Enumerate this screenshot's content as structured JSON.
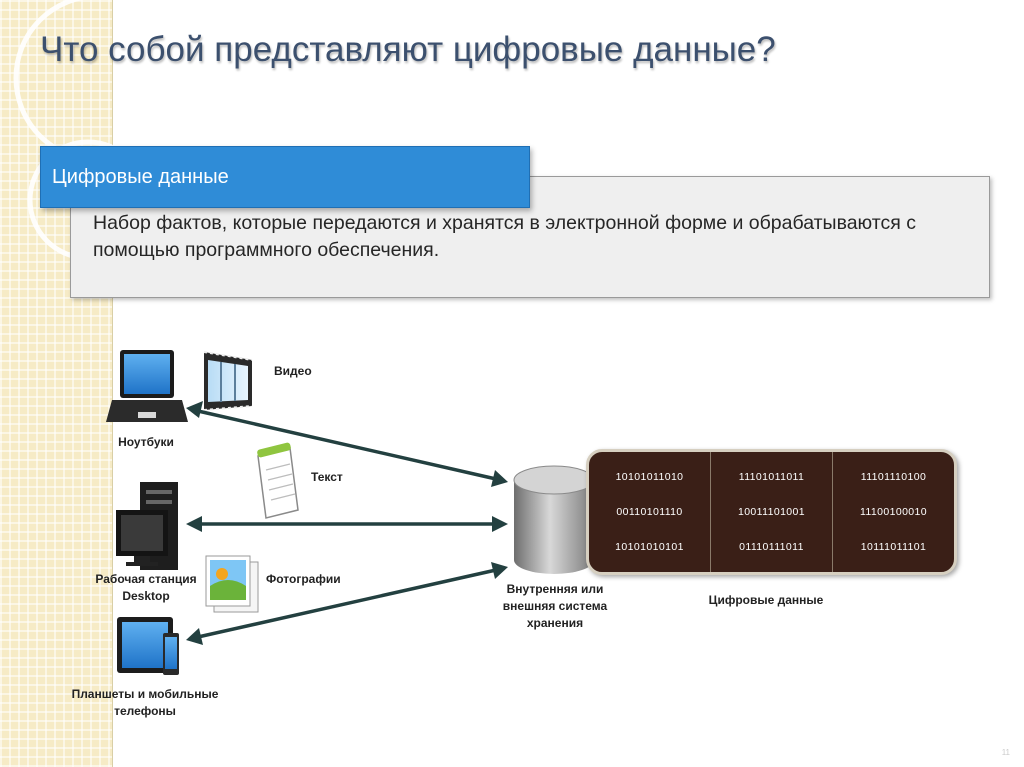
{
  "slide": {
    "title": "Что собой представляют цифровые данные?",
    "page_number": "11"
  },
  "definition": {
    "header": "Цифровые данные",
    "text": "Набор фактов, которые передаются и хранятся в электронной форме и обрабатываются с помощью программного обеспечения."
  },
  "devices": {
    "laptops": "Ноутбуки",
    "desktop_line1": "Рабочая станция",
    "desktop_line2": "Desktop",
    "tablets_line1": "Планшеты и мобильные",
    "tablets_line2": "телефоны"
  },
  "media": {
    "video": "Видео",
    "text": "Текст",
    "photos": "Фотографии"
  },
  "storage": {
    "line1": "Внутренняя или",
    "line2": "внешняя система",
    "line3": "хранения"
  },
  "digital_data": {
    "label": "Цифровые данные",
    "columns": [
      [
        "10101011010",
        "00110101110",
        "10101010101"
      ],
      [
        "11101011011",
        "10011101001",
        "01110111011"
      ],
      [
        "11101110100",
        "11100100010",
        "10111011101"
      ]
    ]
  },
  "colors": {
    "title": "#3c506e",
    "header_bg": "#2f8cd7",
    "arrow": "#234040",
    "data_panel": "#3a1f17",
    "side_strip": "#f6ebc6"
  }
}
